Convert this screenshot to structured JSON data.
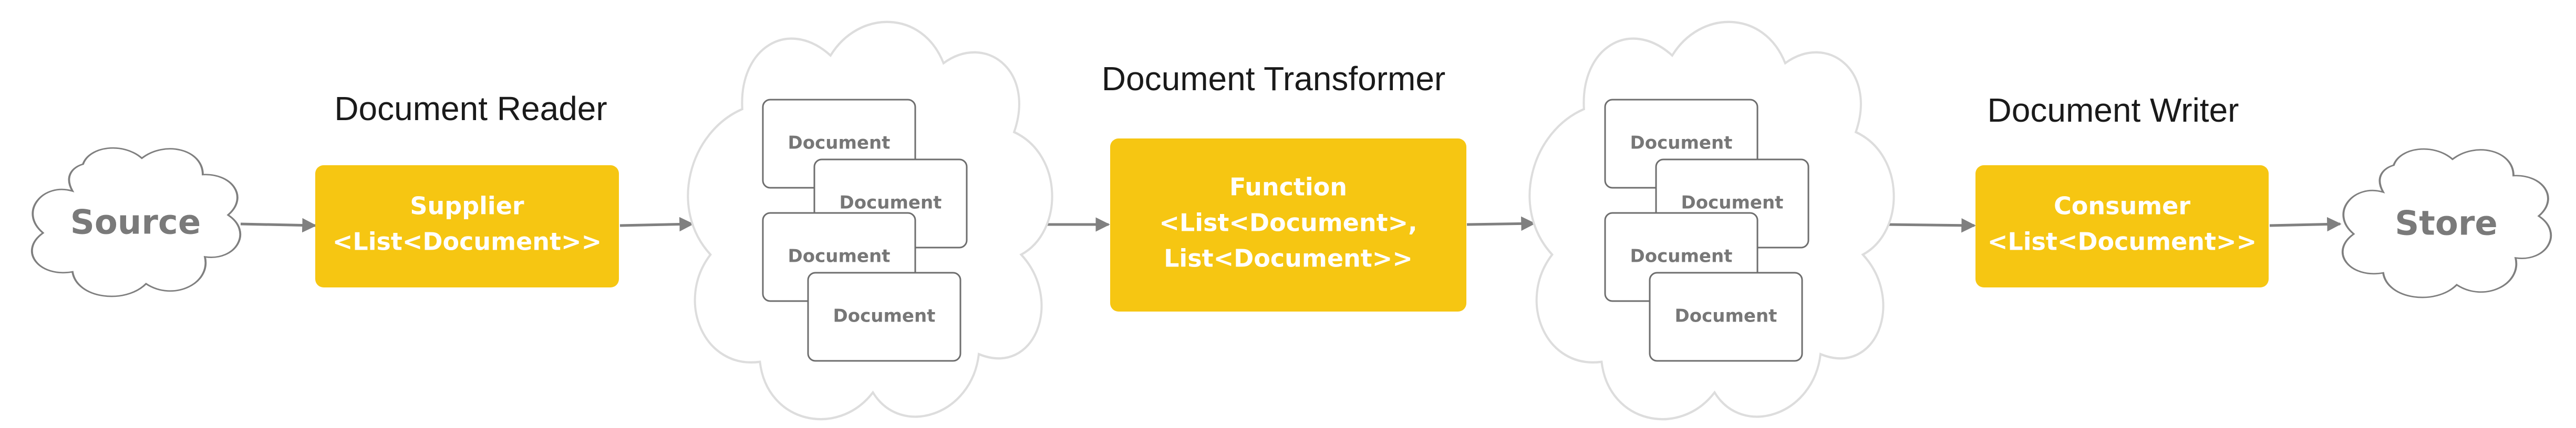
{
  "colors": {
    "accent": "#F6C612",
    "cloud_stroke": "#7f7f7f",
    "light_cloud_stroke": "#dddddd",
    "arrow": "#808080",
    "doc_stroke": "#6e6e6e",
    "heading_text": "#1a1a1a"
  },
  "source": {
    "label": "Source"
  },
  "store": {
    "label": "Store"
  },
  "stages": {
    "reader": {
      "title": "Document Reader",
      "line1": "Supplier",
      "line2": "<List<Document>>"
    },
    "transformer": {
      "title": "Document Transformer",
      "line1": "Function",
      "line2": "<List<Document>,",
      "line3": "List<Document>>"
    },
    "writer": {
      "title": "Document Writer",
      "line1": "Consumer",
      "line2": "<List<Document>>"
    }
  },
  "document_groups": {
    "input": {
      "documents": [
        "Document",
        "Document",
        "Document",
        "Document"
      ]
    },
    "output": {
      "documents": [
        "Document",
        "Document",
        "Document",
        "Document"
      ]
    }
  }
}
